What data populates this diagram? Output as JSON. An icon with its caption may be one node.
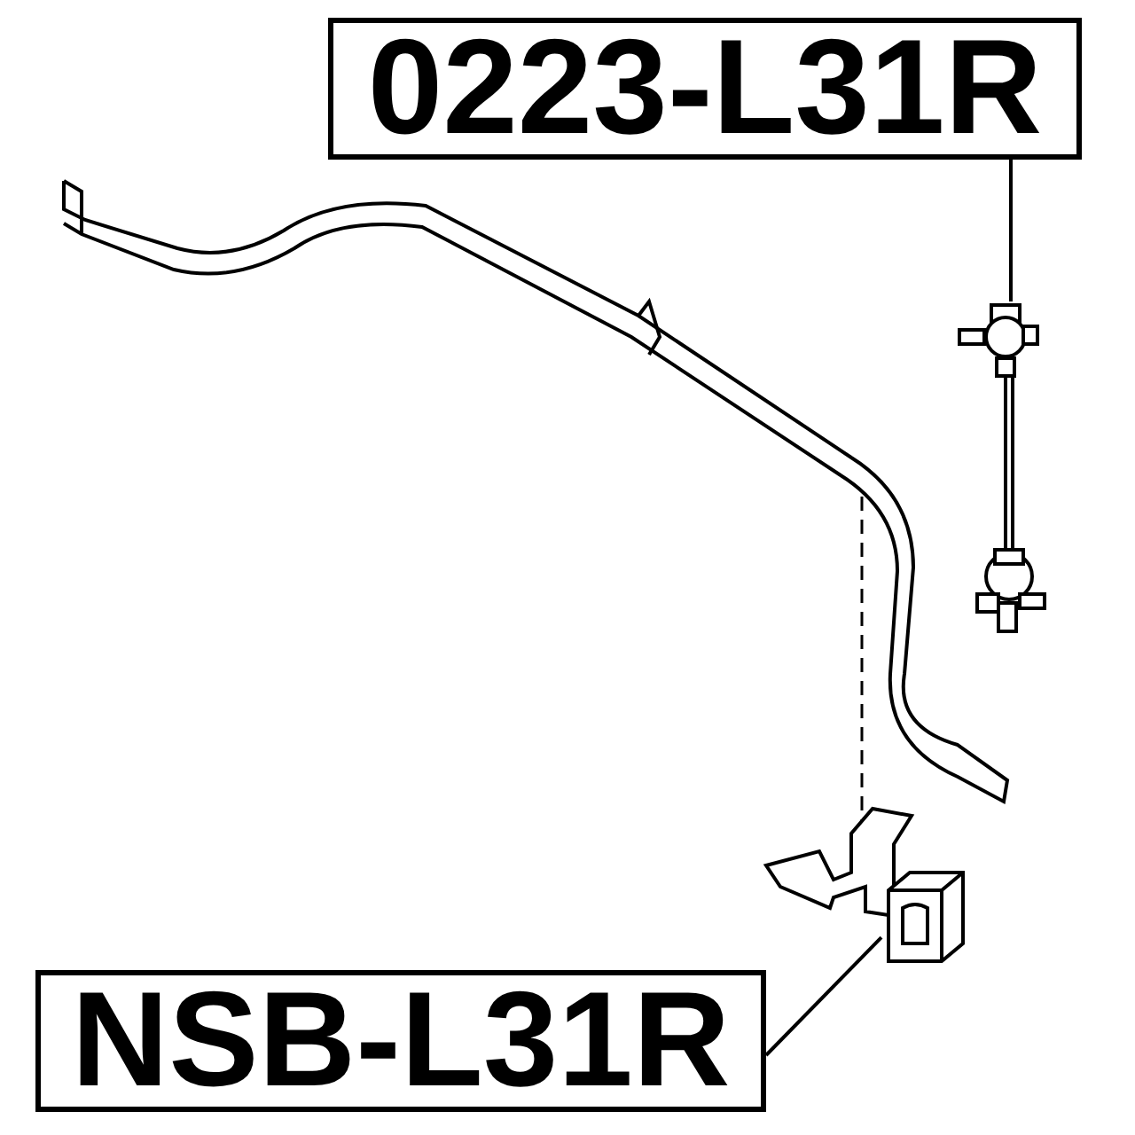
{
  "diagram": {
    "nodes": [
      {
        "text": [
          "0223-L31R"
        ]
      },
      {
        "text": [],
        "shape": "picture"
      },
      {
        "text": [
          "NSB-L31R"
        ]
      },
      {
        "text": [],
        "shape": "picture"
      }
    ],
    "edges": [
      {
        "from": 0,
        "to": 1,
        "arrow": "none"
      },
      {
        "from": 2,
        "to": 3,
        "arrow": "none"
      }
    ]
  }
}
